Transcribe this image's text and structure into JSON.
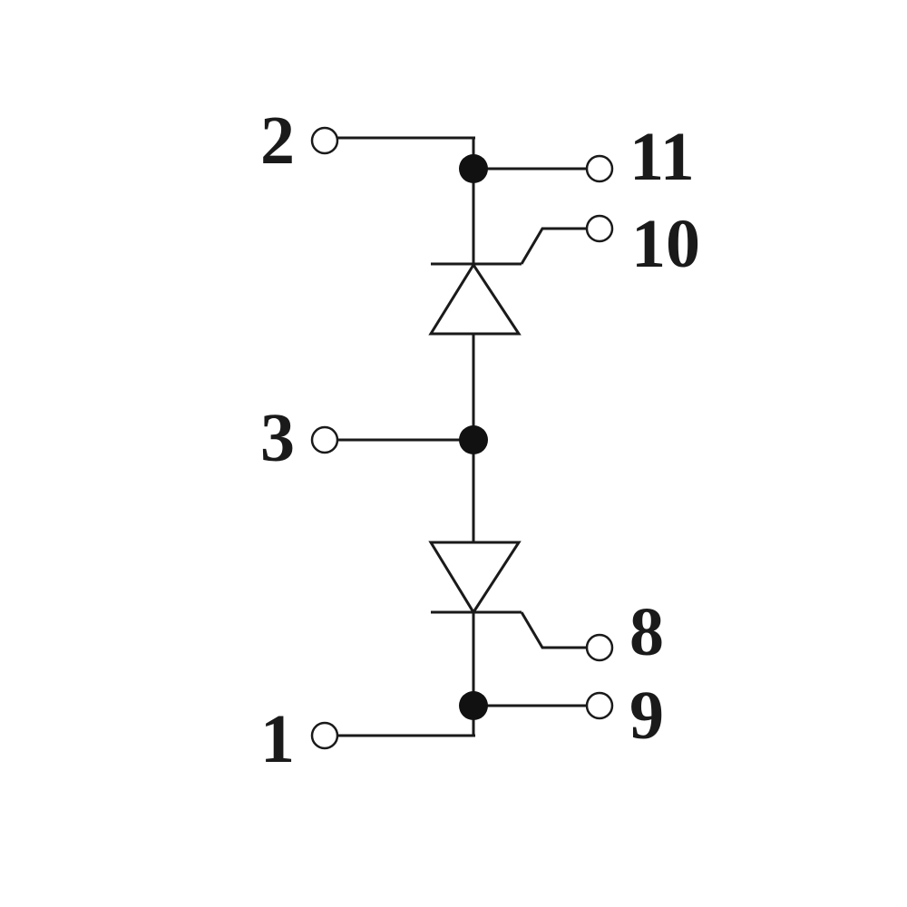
{
  "pins": {
    "p1": "1",
    "p2": "2",
    "p3": "3",
    "p8": "8",
    "p9": "9",
    "p10": "10",
    "p11": "11"
  },
  "colors": {
    "ink": "#1a1a1a",
    "background": "#ffffff"
  }
}
